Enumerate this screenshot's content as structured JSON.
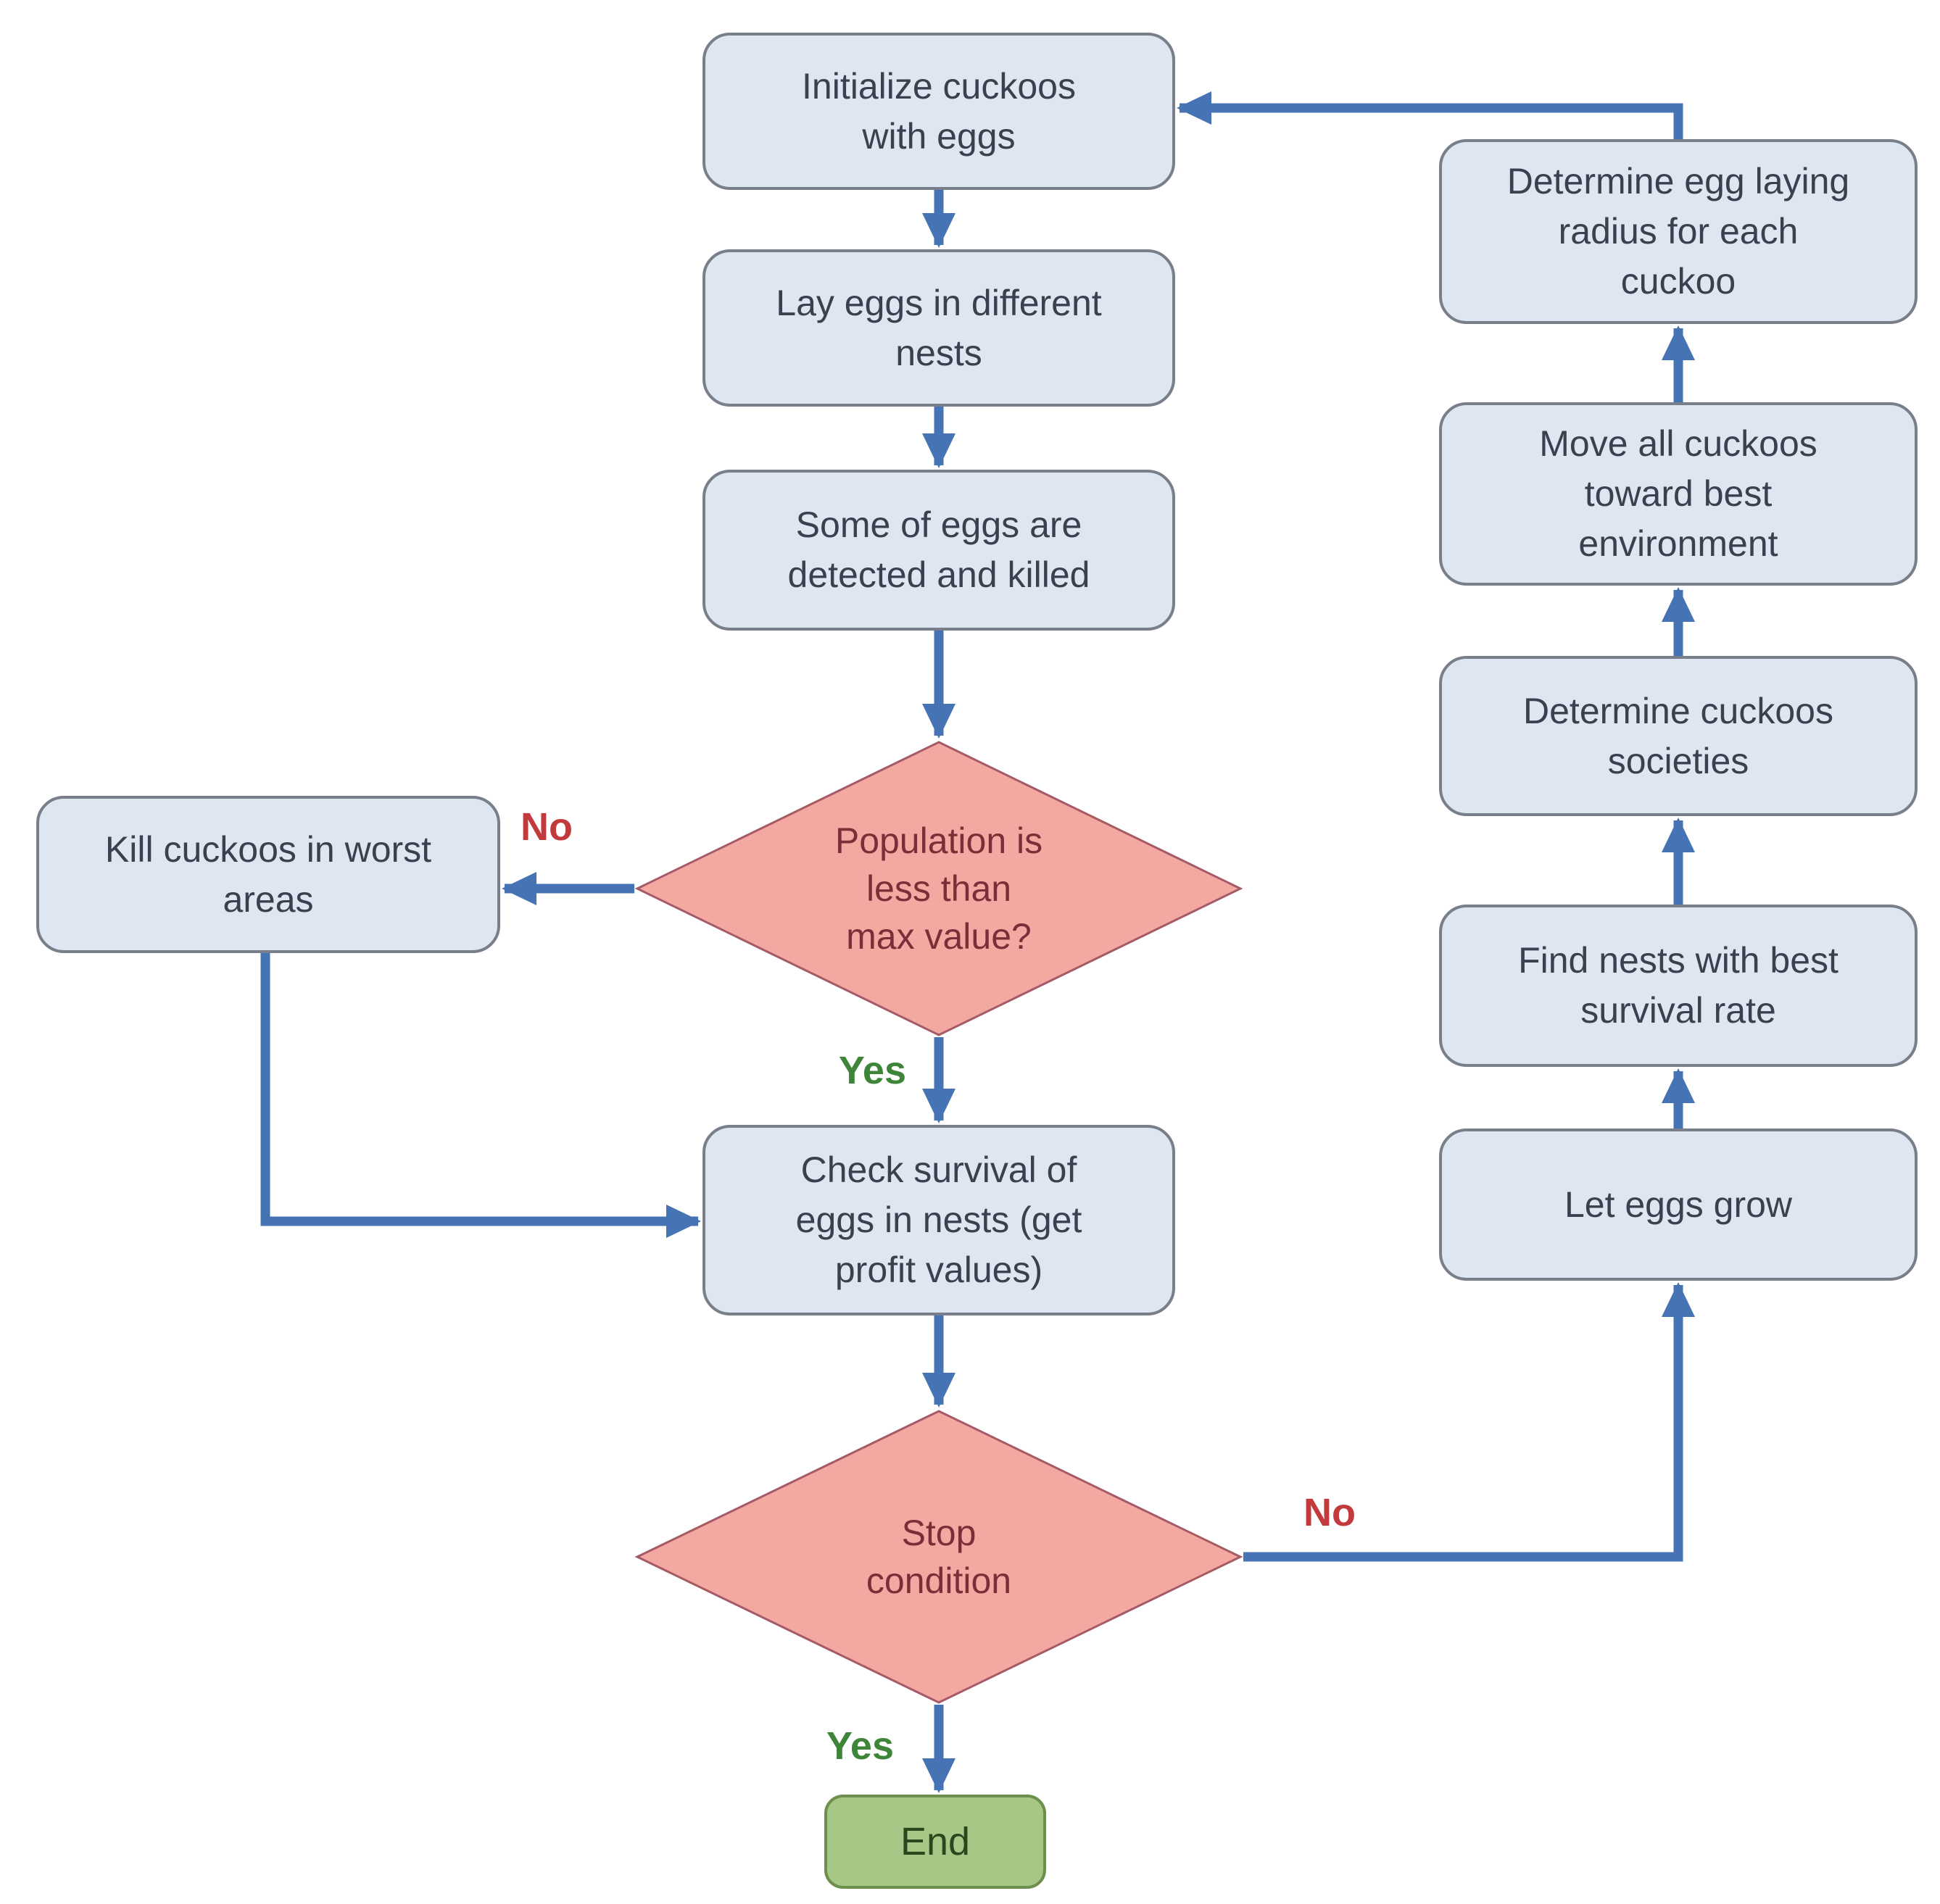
{
  "flowchart": {
    "nodes": {
      "init": "Initialize cuckoos\nwith eggs",
      "lay": "Lay eggs in different\nnests",
      "detected": "Some of eggs are\ndetected and killed",
      "population": "Population is\nless than\nmax value?",
      "kill": "Kill cuckoos in worst\nareas",
      "check": "Check survival of\neggs in nests (get\nprofit values)",
      "stop": "Stop\ncondition",
      "end": "End",
      "let_grow": "Let eggs grow",
      "find_nests": "Find nests with best\nsurvival rate",
      "societies": "Determine cuckoos\nsocieties",
      "move": "Move all cuckoos\ntoward best\nenvironment",
      "radius": "Determine egg laying\nradius for each\ncuckoo"
    },
    "labels": {
      "population_no": "No",
      "population_yes": "Yes",
      "stop_no": "No",
      "stop_yes": "Yes"
    },
    "colors": {
      "process_fill": "#dde6f1",
      "process_border": "#787f8a",
      "process_text": "#39414e",
      "decision_fill": "#f4a8a2",
      "decision_border": "#a55b66",
      "decision_text": "#7c2d38",
      "terminator_fill": "#a7c787",
      "terminator_border": "#6d8e4c",
      "terminator_text": "#2b451d",
      "arrow": "#4673b4",
      "yes_label": "#3e8539",
      "no_label": "#c33a3c"
    }
  }
}
